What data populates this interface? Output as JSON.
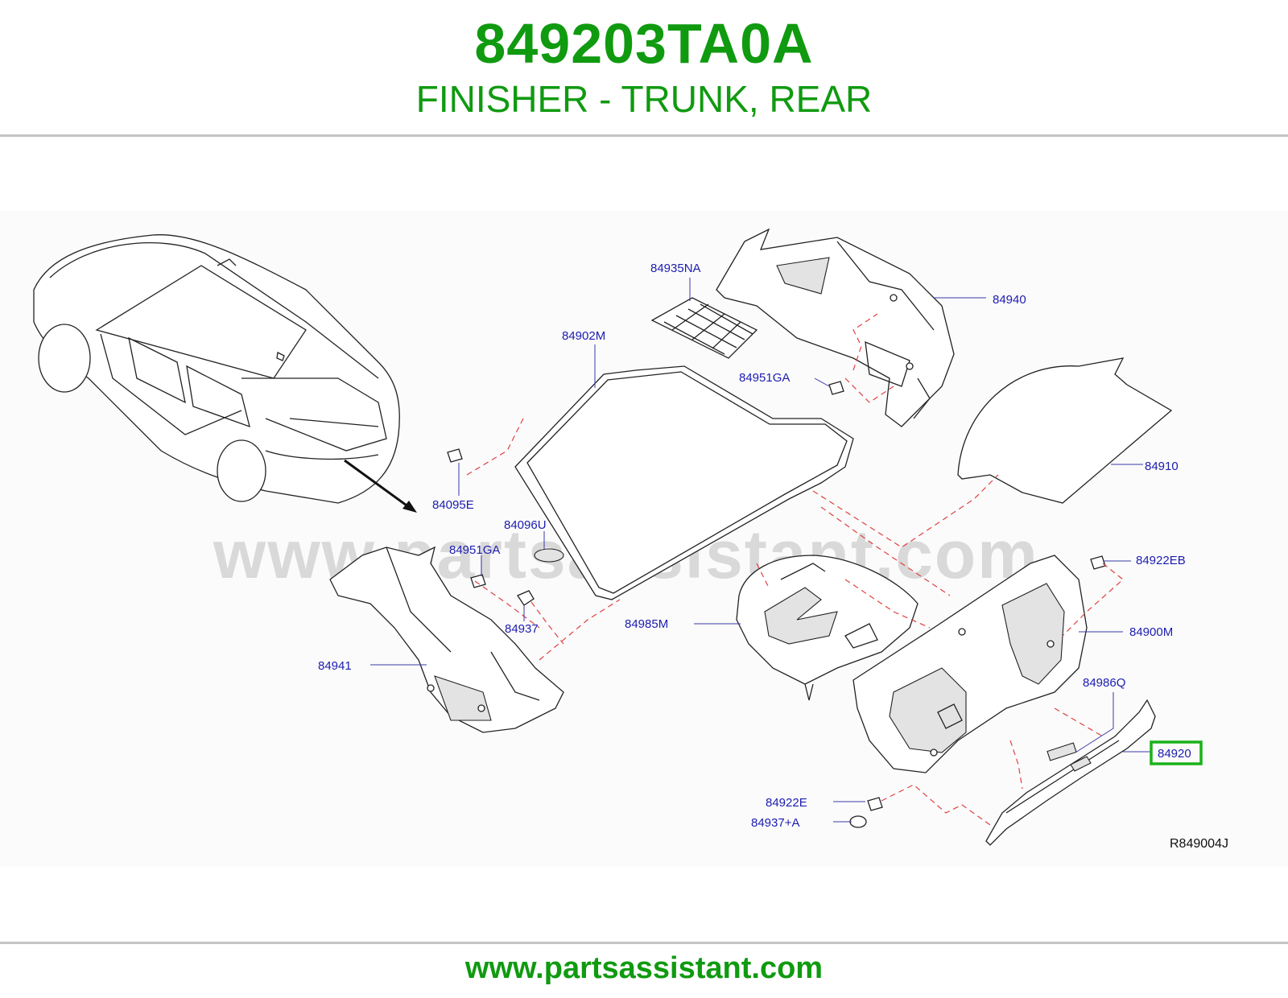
{
  "header": {
    "part_number": "849203TA0A",
    "part_description": "FINISHER - TRUNK, REAR"
  },
  "watermark": "www.partsassistant.com",
  "diagram": {
    "reference_code": "R849004J",
    "callouts": {
      "c84935NA": "84935NA",
      "c84940": "84940",
      "c84902M": "84902M",
      "c84951GA_top": "84951GA",
      "c84910": "84910",
      "c84095E": "84095E",
      "c84096U": "84096U",
      "c84951GA_left": "84951GA",
      "c84937": "84937",
      "c84922EB": "84922EB",
      "c84985M": "84985M",
      "c84900M": "84900M",
      "c84941": "84941",
      "c84986Q": "84986Q",
      "c84920": "84920",
      "c84922E": "84922E",
      "c84937A": "84937+A"
    },
    "highlighted_callout": "84920",
    "highlight_color": "#19b219",
    "callout_color": "#1c1cb0",
    "leader_dash_color": "#e04040"
  },
  "footer": {
    "url": "www.partsassistant.com"
  },
  "colors": {
    "brand_green": "#109a10",
    "rule_gray": "#c4c4c4"
  }
}
